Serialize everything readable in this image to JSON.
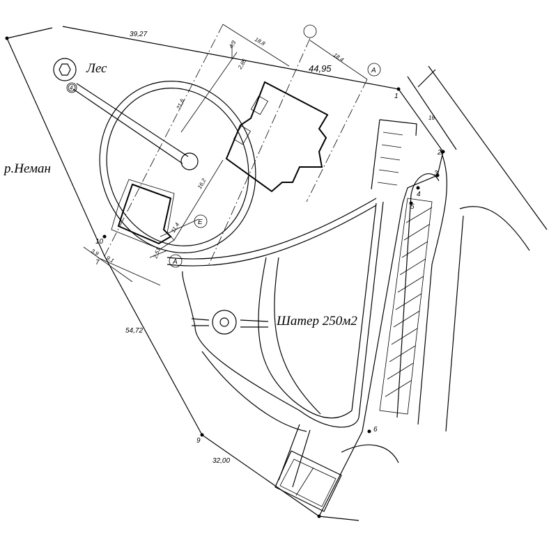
{
  "labels": {
    "forest": "Лес",
    "river": "р.Неман",
    "tent": "Шатер 250м2",
    "forest_marker": "4"
  },
  "dimensions": {
    "top_boundary": "39,27",
    "top_right": "44,95",
    "left_boundary": "54,72",
    "bottom_boundary": "32,00",
    "d18_8": "18,8",
    "d4_3": "4,3",
    "d2_85": "2,85",
    "d18_4": "18,4",
    "d21_6": "21,6",
    "d16_2": "16,2",
    "d11_4": "11,4",
    "d3_9": "3,9",
    "d9_1": "9,1",
    "d2_51": "2,51",
    "road_width": "16"
  },
  "axes": {
    "a1": "A",
    "a2": "A",
    "e": "E"
  },
  "points": [
    "1",
    "2",
    "3",
    "4",
    "5",
    "6",
    "7",
    "9",
    "10"
  ]
}
